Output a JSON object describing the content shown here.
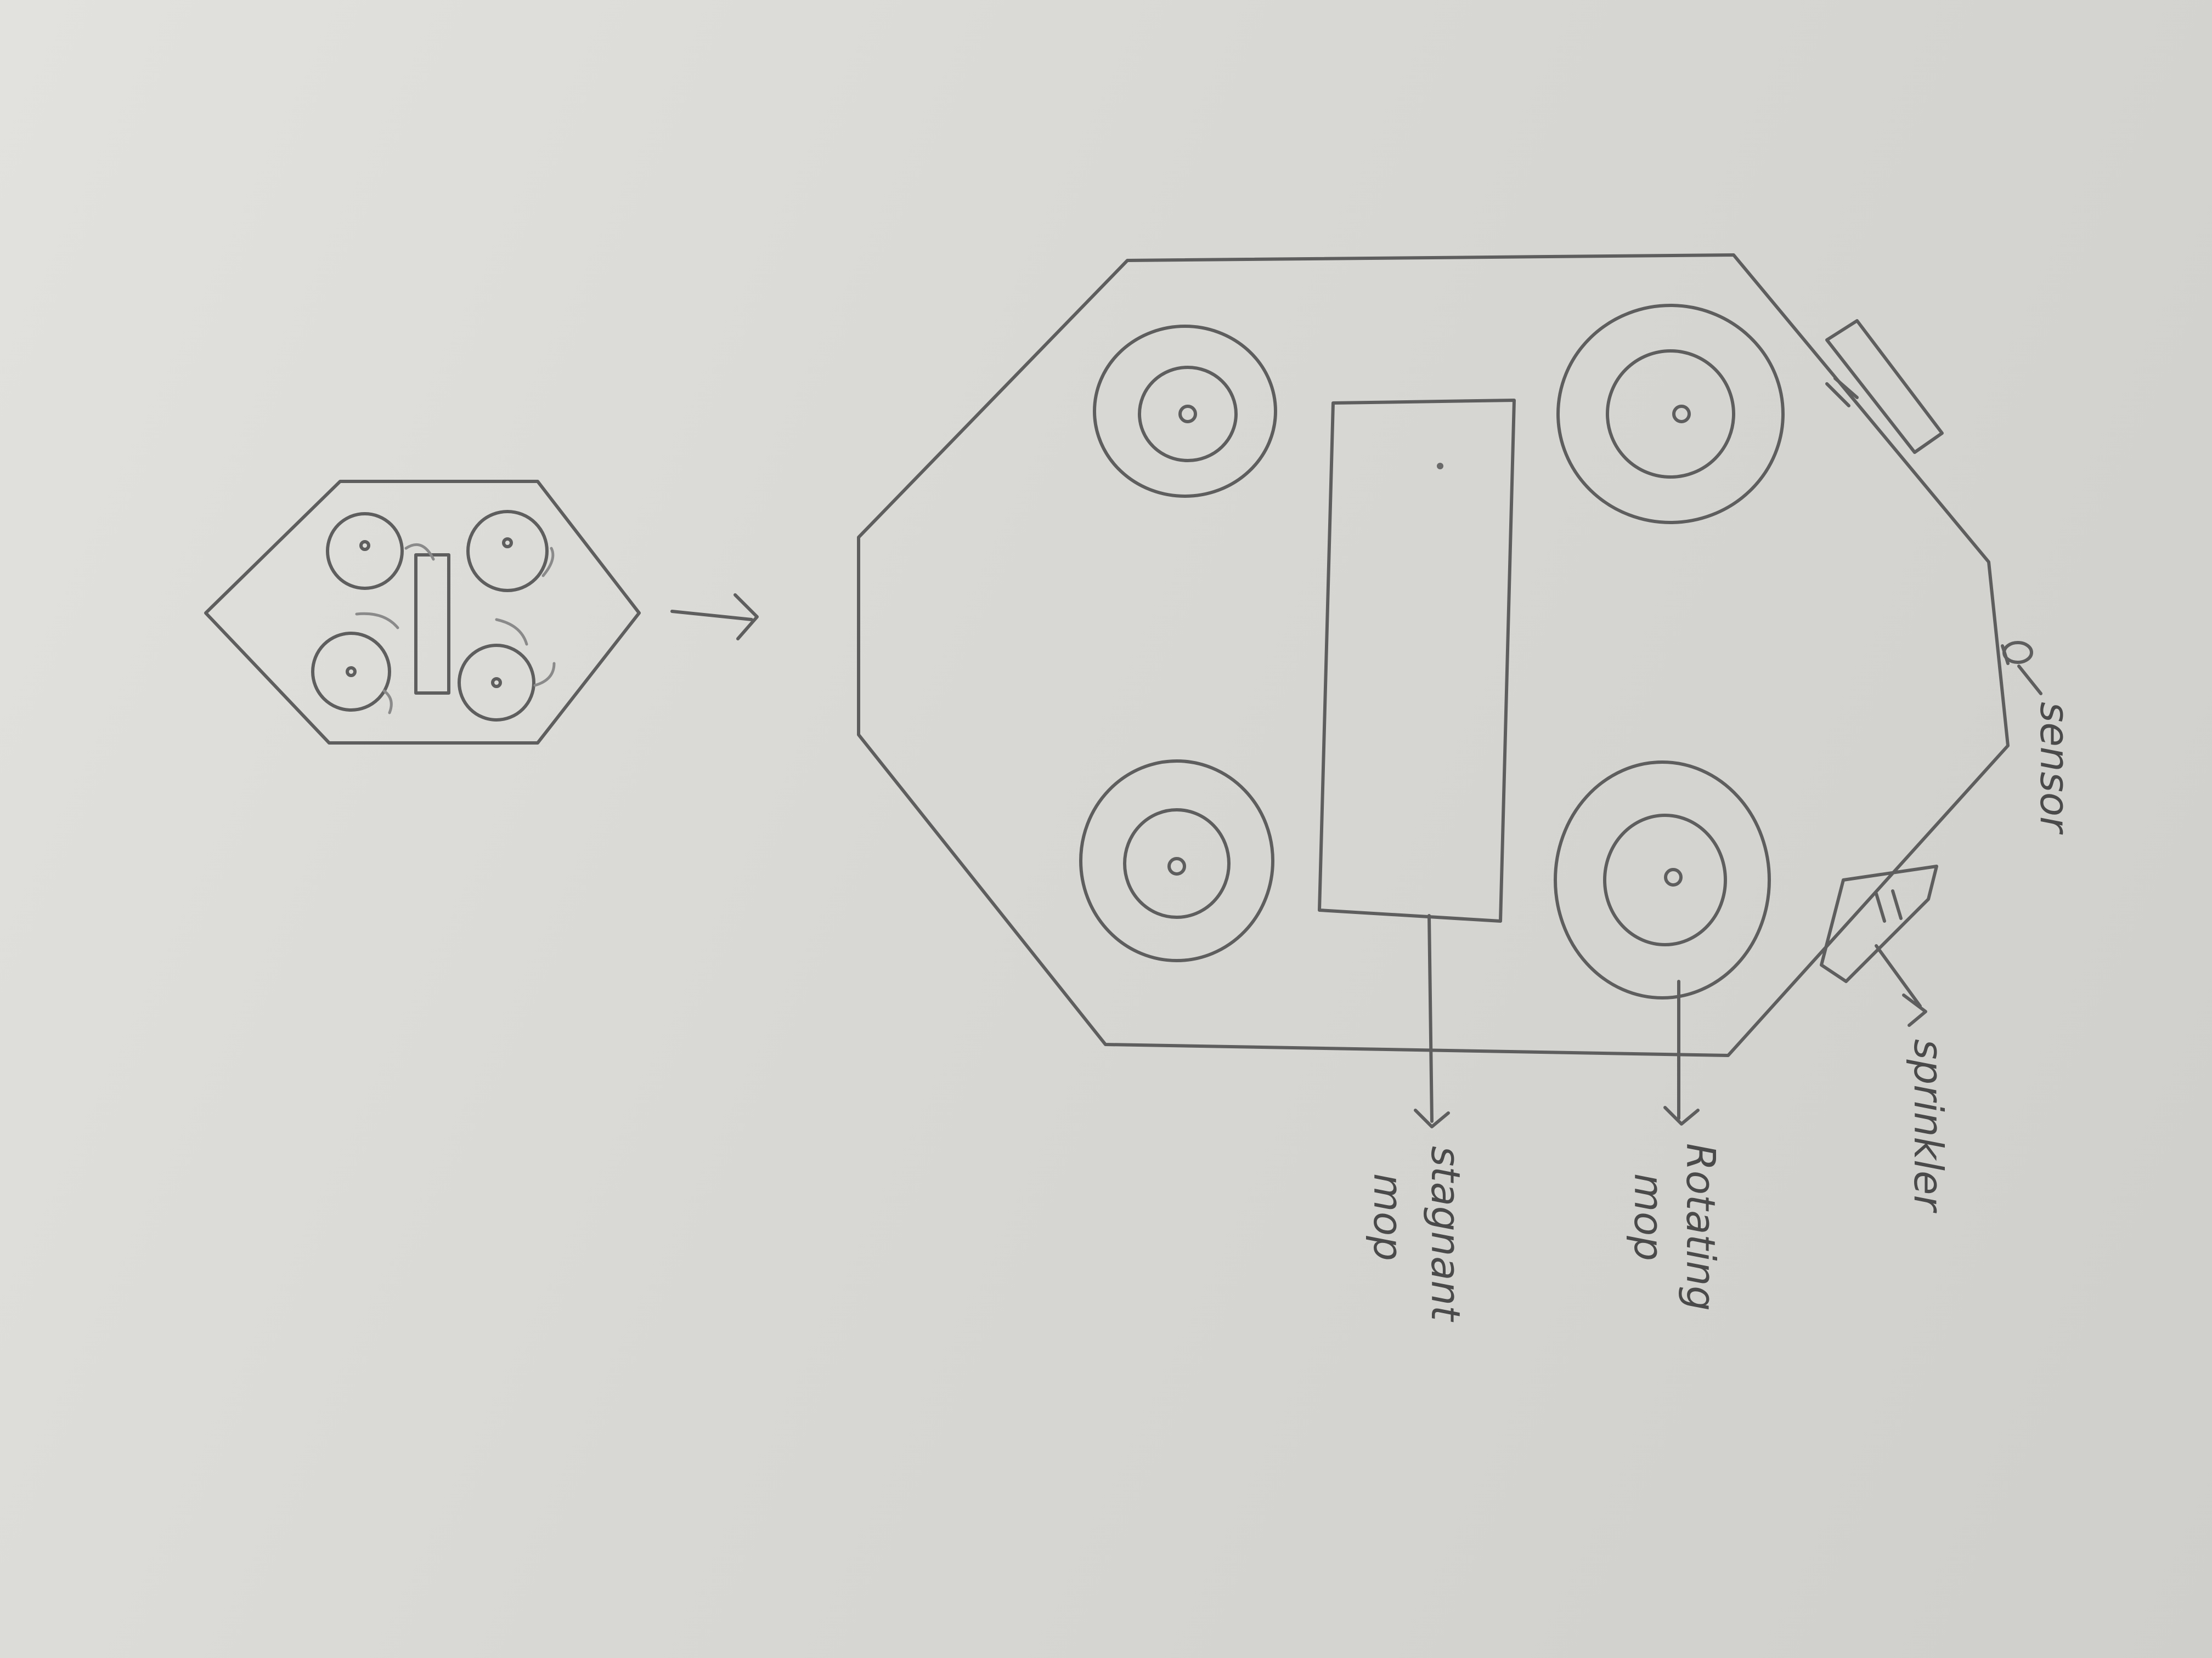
{
  "labels": {
    "sensor": "sensor",
    "sprinkler": "sprinkler",
    "rotating_mop_line1": "Rotating",
    "rotating_mop_line2": "mop",
    "stagnant_mop_line1": "stagnant",
    "stagnant_mop_line2": "mop"
  },
  "colors": {
    "paper": "#dcdcd8",
    "pencil": "#5e5e5e"
  }
}
